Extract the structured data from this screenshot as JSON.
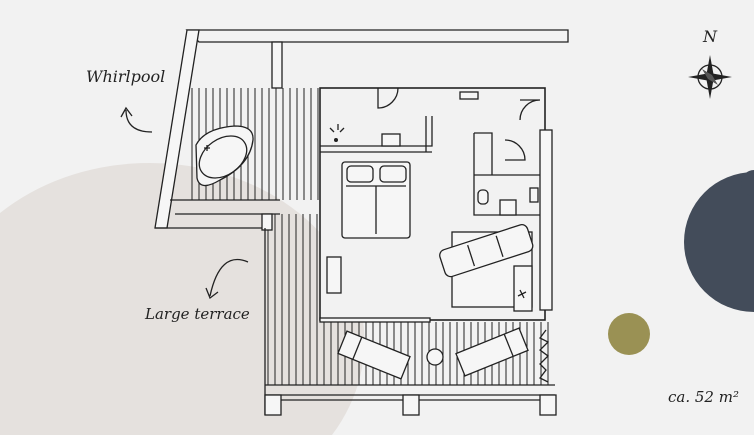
{
  "labels": {
    "whirlpool": "Whirlpool",
    "terrace": "Large terrace",
    "area": "ca. 52 m²",
    "compass_north": "N"
  },
  "colors": {
    "background": "#f2f2f2",
    "blob": "#e5e1de",
    "navy": "#434c5a",
    "olive": "#9a9154",
    "line": "#222222"
  }
}
